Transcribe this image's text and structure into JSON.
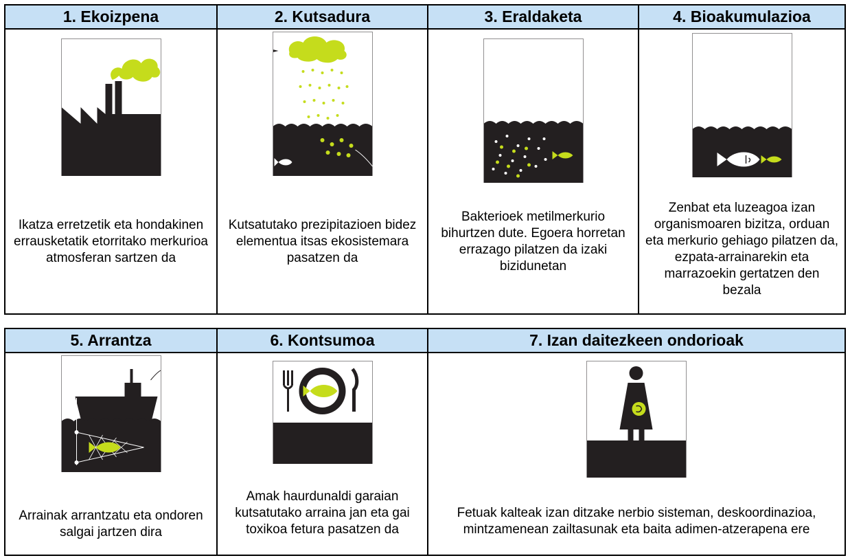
{
  "top_row": [
    {
      "title": "1. Ekoizpena",
      "caption": "Ikatza erretzetik eta hondakinen errausketatik etorritako merkurioa atmosferan sartzen da",
      "illustration": "factory-smoke-icon"
    },
    {
      "title": "2. Kutsadura",
      "caption": "Kutsatutako prezipitazioen bidez elementua itsas ekosistemara pasatzen da",
      "illustration": "rain-cloud-sea-icon"
    },
    {
      "title": "3. Eraldaketa",
      "caption": "Bakterioek metilmerkurio bihurtzen dute. Egoera horretan errazago pilatzen da izaki bizidunetan",
      "illustration": "bacteria-sea-icon"
    },
    {
      "title": "4. Bioakumulazioa",
      "caption": "Zenbat eta luzeagoa izan organismoaren bizitza, orduan eta merkurio gehiago pilatzen da, ezpata-arrainarekin eta marrazoekin gertatzen den bezala",
      "illustration": "big-fish-eats-small-fish-icon"
    }
  ],
  "bottom_row": [
    {
      "title": "5. Arrantza",
      "caption": "Arrainak arrantzatu eta ondoren salgai jartzen dira",
      "illustration": "fishing-boat-net-icon"
    },
    {
      "title": "6. Kontsumoa",
      "caption": "Amak haurdunaldi garaian kutsatutako arraina jan eta gai toxikoa fetura pasatzen da",
      "illustration": "fish-on-plate-icon"
    },
    {
      "title": "7. Izan daitezkeen ondorioak",
      "caption": "Fetuak kalteak izan ditzake nerbio sisteman, deskoordinazioa, mintzamenean zailtasunak eta baita adimen-atzerapena ere",
      "illustration": "pregnant-woman-icon"
    }
  ],
  "colors": {
    "header_bg": "#c6e0f5",
    "pollutant_green": "#c5dc1c",
    "ink": "#231f20"
  }
}
